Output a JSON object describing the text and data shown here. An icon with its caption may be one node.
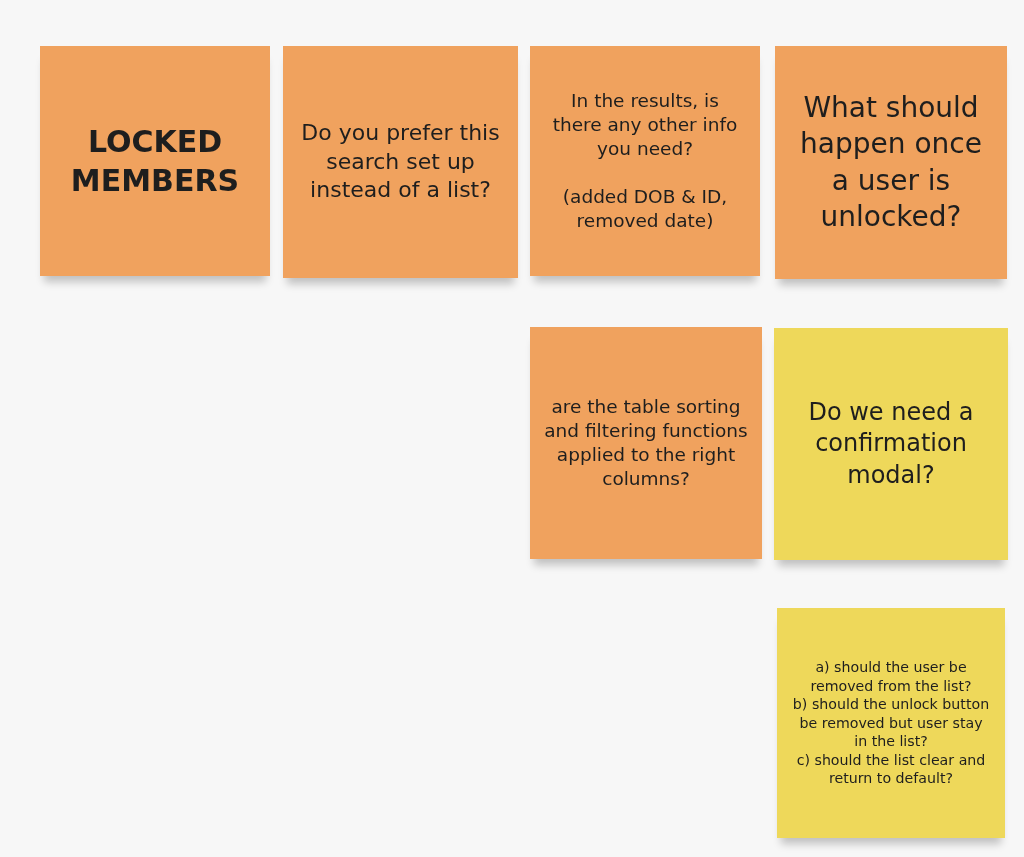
{
  "diagram": {
    "nodes": [
      {
        "text": [
          "LOCKED MEMBERS"
        ]
      },
      {
        "text": [
          "Do you prefer this search set up instead of a list?"
        ]
      },
      {
        "text": [
          "In the results, is there any other info you need?",
          "(added DOB & ID, removed date)"
        ]
      },
      {
        "text": [
          "What should happen once a user is unlocked?"
        ]
      },
      {
        "text": [
          "are the table sorting and filtering functions applied to the right columns?"
        ]
      },
      {
        "text": [
          "Do we need a confirmation modal?"
        ]
      },
      {
        "text": [
          "a) should the user be removed from the list?",
          "b) should the unlock button be removed but user stay in the list?",
          "c) should the list clear and return to default?"
        ]
      }
    ]
  }
}
